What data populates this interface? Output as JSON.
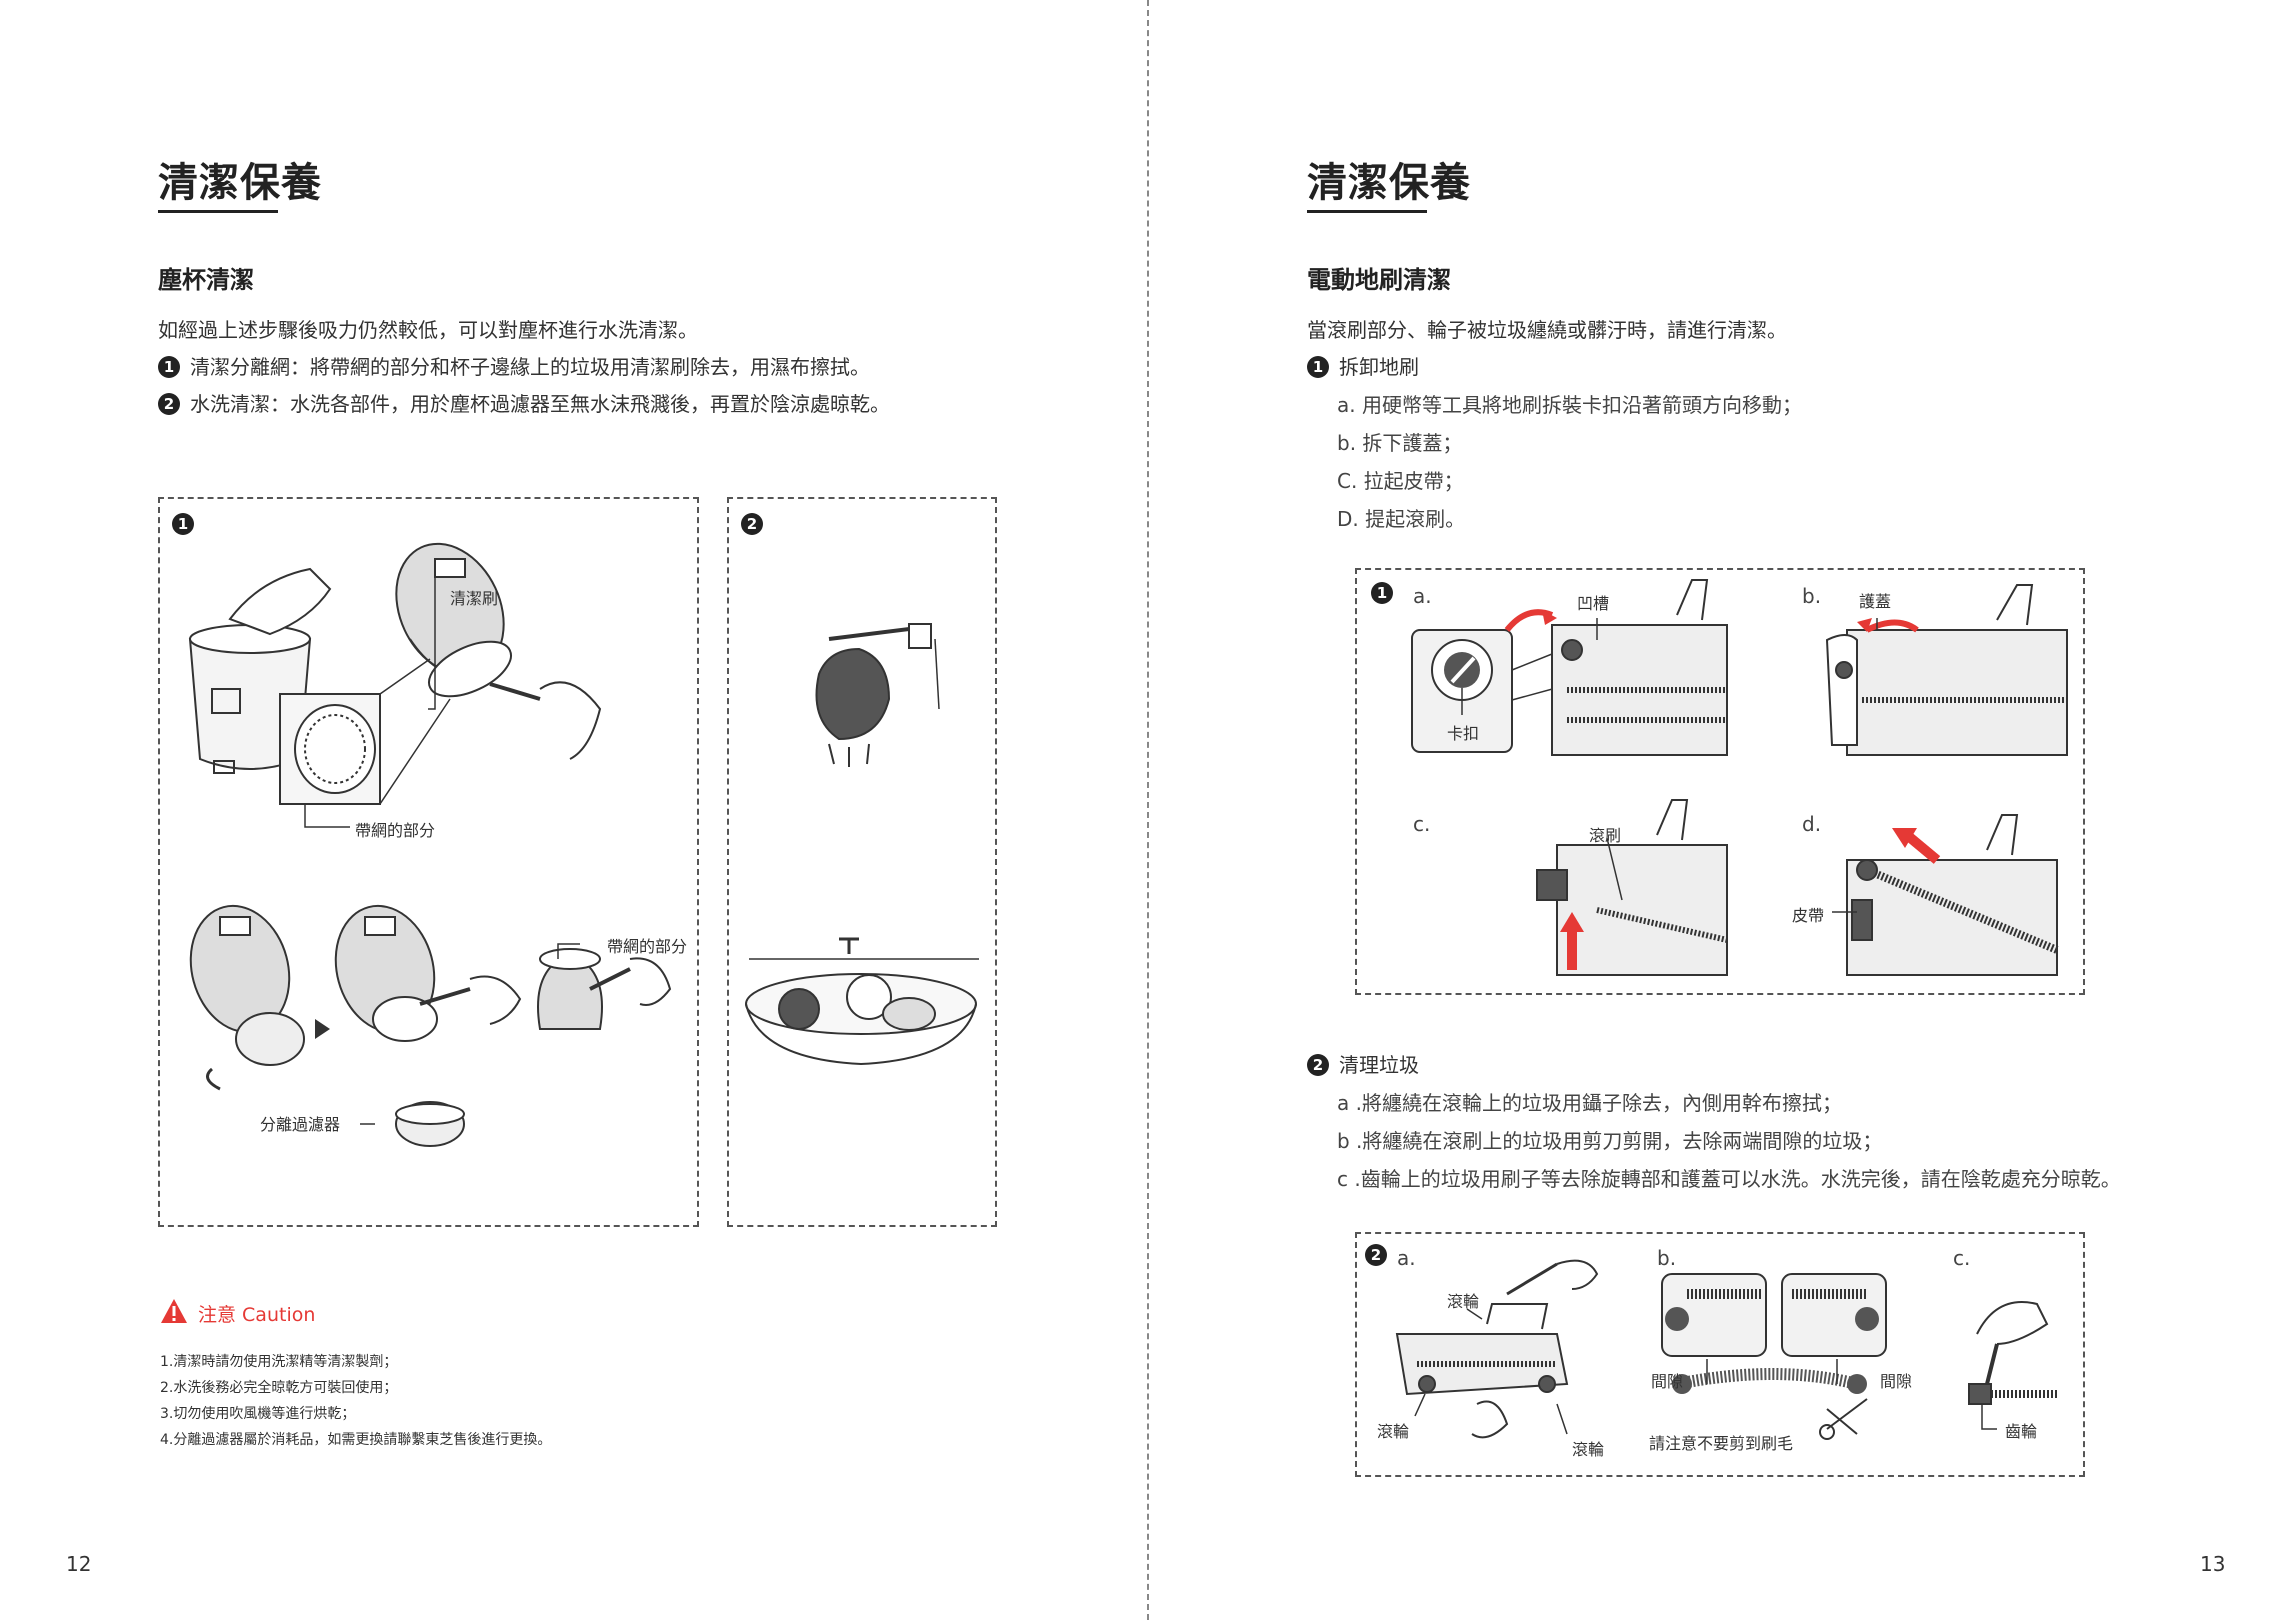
{
  "left": {
    "title": "清潔保養",
    "section": "塵杯清潔",
    "intro": "如經過上述步驟後吸力仍然較低，可以對塵杯進行水洗清潔。",
    "steps": [
      {
        "num": "1",
        "text": "清潔分離網：將帶網的部分和杯子邊緣上的垃圾用清潔刷除去，用濕布擦拭。"
      },
      {
        "num": "2",
        "text": "水洗清潔：水洗各部件，用於塵杯過濾器至無水沫飛濺後，再置於陰涼處晾乾。"
      }
    ],
    "fig1": {
      "num": "1",
      "label_brush": "清潔刷",
      "label_mesh": "帶網的部分",
      "label_mesh2": "帶網的部分",
      "label_filter": "分離過濾器"
    },
    "fig2": {
      "num": "2"
    },
    "caution_title": "注意 Caution",
    "caution_items": [
      "1.清潔時請勿使用洗潔精等清潔製劑；",
      "2.水洗後務必完全晾乾方可裝回使用；",
      "3.切勿使用吹風機等進行烘乾；",
      "4.分離過濾器屬於消耗品，如需更換請聯繫東芝售後進行更換。"
    ],
    "page_number": "12"
  },
  "right": {
    "title": "清潔保養",
    "section": "電動地刷清潔",
    "intro": "當滾刷部分、輪子被垃圾纏繞或髒汙時，請進行清潔。",
    "step1": {
      "num": "1",
      "text": "拆卸地刷"
    },
    "step1_subs": [
      "a. 用硬幣等工具將地刷拆裝卡扣沿著箭頭方向移動；",
      "b. 拆下護蓋；",
      "C. 拉起皮帶；",
      "D. 提起滾刷。"
    ],
    "fig1": {
      "num": "1",
      "a": "a.",
      "b": "b.",
      "c": "c.",
      "d": "d.",
      "groove": "凹槽",
      "clip": "卡扣",
      "cover": "護蓋",
      "roller": "滾刷",
      "belt": "皮帶"
    },
    "step2": {
      "num": "2",
      "text": "清理垃圾"
    },
    "step2_subs": [
      "a .將纏繞在滾輪上的垃圾用鑷子除去，內側用幹布擦拭；",
      "b .將纏繞在滾刷上的垃圾用剪刀剪開，去除兩端間隙的垃圾；",
      "c .齒輪上的垃圾用刷子等去除旋轉部和護蓋可以水洗。水洗完後，請在陰乾處充分晾乾。"
    ],
    "fig2": {
      "num": "2",
      "a": "a.",
      "b": "b.",
      "c": "c.",
      "wheel_top": "滾輪",
      "wheel_left": "滾輪",
      "wheel_bottom": "滾輪",
      "gap_left": "間隙",
      "gap_right": "間隙",
      "note": "請注意不要剪到刷毛",
      "gear": "齒輪"
    },
    "page_number": "13"
  },
  "colors": {
    "accent_red": "#e53935",
    "text": "#222222",
    "line": "#555555"
  }
}
